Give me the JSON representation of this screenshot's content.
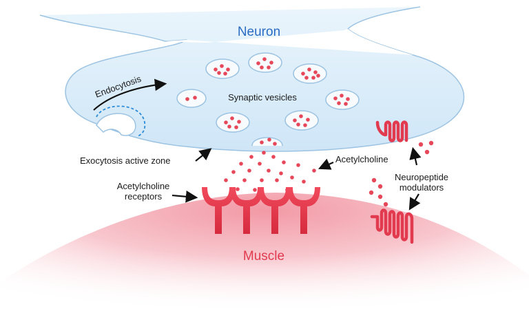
{
  "labels": {
    "neuron": "Neuron",
    "muscle": "Muscle",
    "synaptic_vesicles": "Synaptic vesicles",
    "endocytosis": "Endocytosis",
    "exocytosis_active_zone": "Exocytosis active zone",
    "acetylcholine": "Acetylcholine",
    "acetylcholine_receptors_line1": "Acetylcholine",
    "acetylcholine_receptors_line2": "receptors",
    "neuropeptide_line1": "Neuropeptide",
    "neuropeptide_line2": "modulators"
  },
  "colors": {
    "neuron_fill": "#d4eaf8",
    "neuron_outline": "#8fb8dc",
    "neuron_title": "#2a6cc4",
    "muscle_title": "#e23a4e",
    "muscle_fill": "#f7c2c8",
    "molecule": "#e6485a",
    "receptor": "#e23a4e",
    "arrow": "#111111"
  }
}
